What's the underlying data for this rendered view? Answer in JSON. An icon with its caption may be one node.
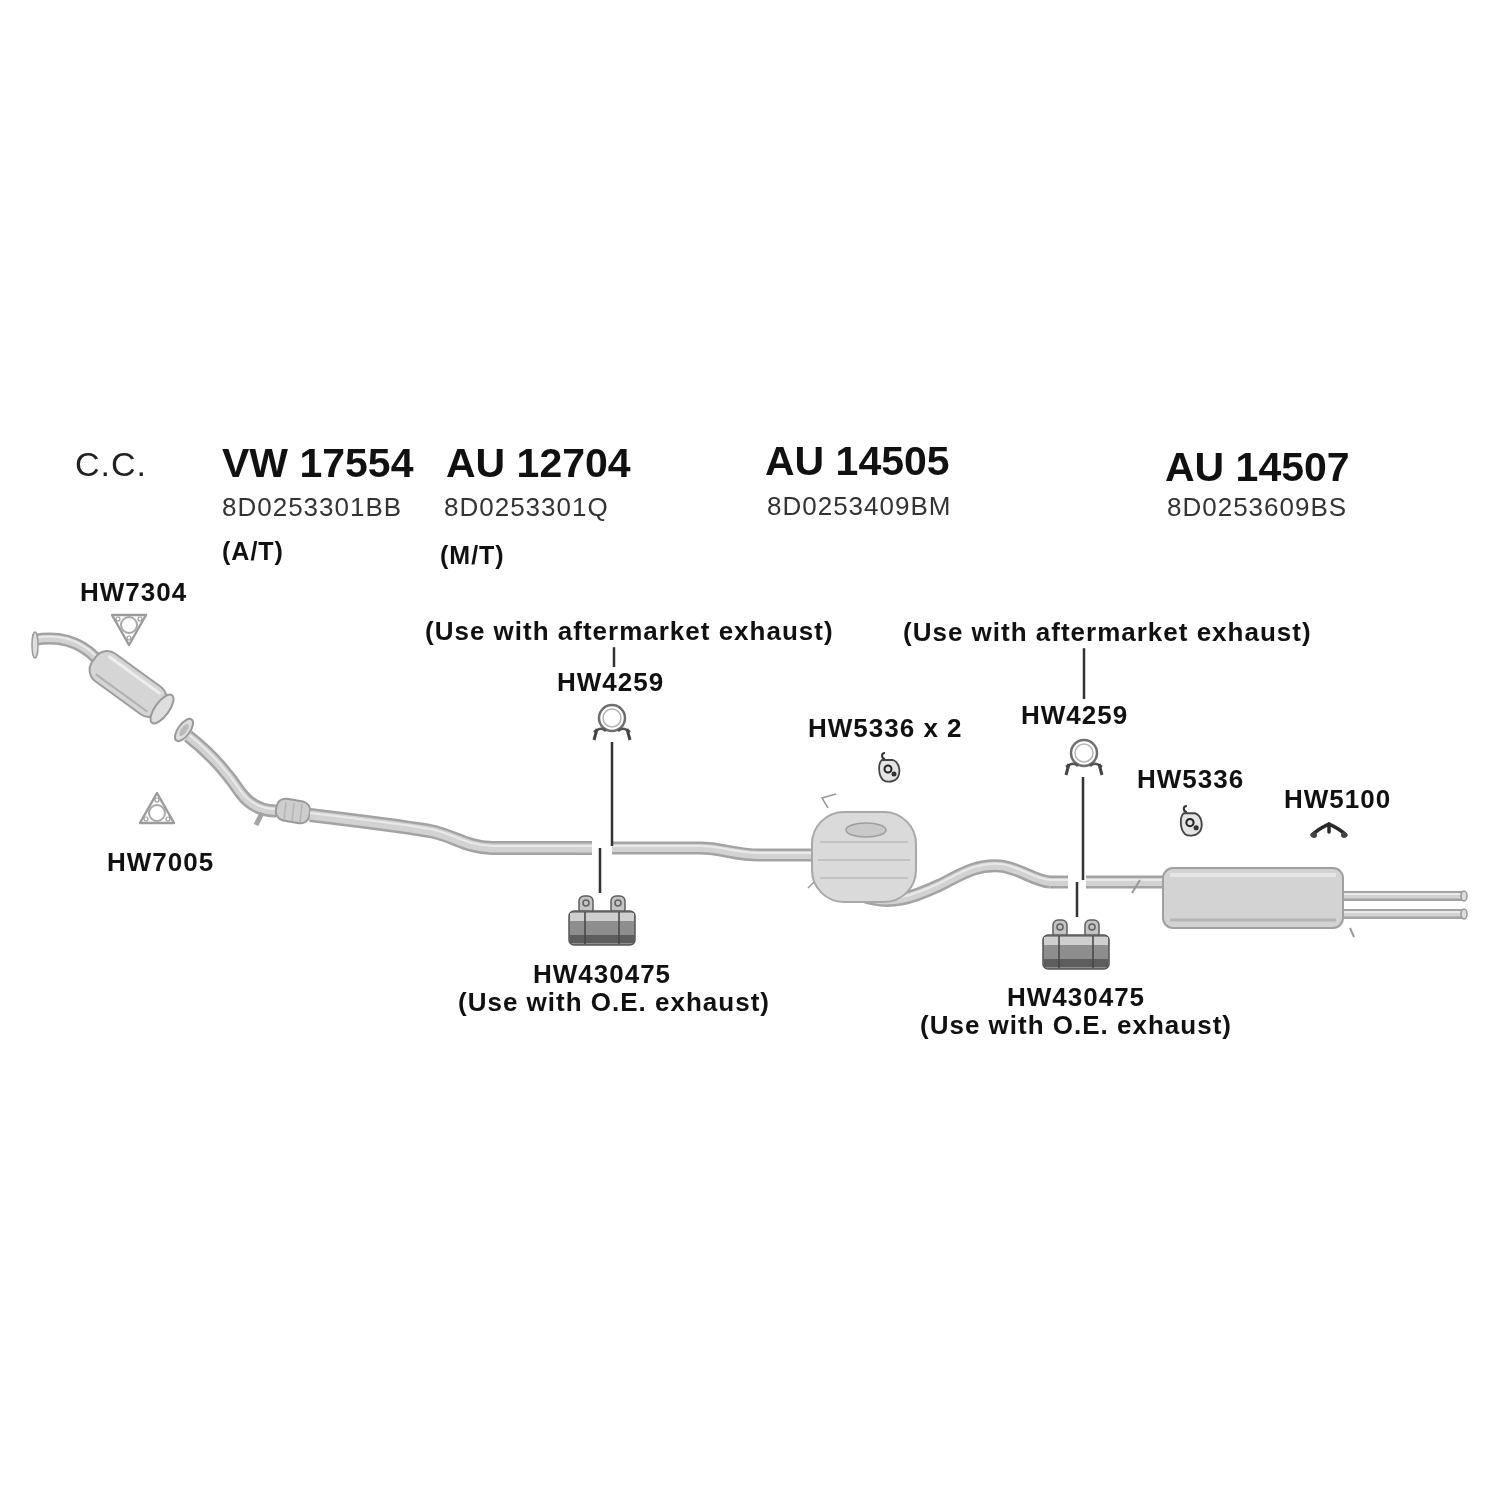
{
  "diagram": {
    "nodes": [
      {
        "text": [
          "(Use with aftermarket exhaust)"
        ]
      },
      {
        "text": [
          "HW4259"
        ]
      },
      {
        "text": [],
        "shape": "picture"
      },
      {
        "text": [
          "HW430475",
          "(Use with O.E. exhaust)"
        ]
      },
      {
        "text": [
          "(Use with aftermarket exhaust)"
        ]
      },
      {
        "text": [
          "HW4259"
        ]
      },
      {
        "text": [],
        "shape": "picture"
      },
      {
        "text": [
          "HW430475",
          "(Use with O.E. exhaust)"
        ]
      }
    ],
    "edges": [
      {
        "from": 0,
        "to": 1,
        "arrow": "none"
      },
      {
        "from": 1,
        "to": 2,
        "arrow": "none"
      },
      {
        "from": 3,
        "to": 2,
        "arrow": "none"
      },
      {
        "from": 4,
        "to": 5,
        "arrow": "none"
      },
      {
        "from": 5,
        "to": 6,
        "arrow": "none"
      },
      {
        "from": 7,
        "to": 6,
        "arrow": "none"
      }
    ],
    "labels": [
      "C.C.",
      "VW 17554",
      "AU 12704",
      "AU 14505",
      "AU 14507",
      "8D0253301BB",
      "8D0253301Q",
      "8D0253409BM",
      "8D0253609BS",
      "(A/T)",
      "(M/T)",
      "HW7304",
      "HW5336 x 2",
      "HW5336",
      "HW5100",
      "HW7005"
    ]
  }
}
